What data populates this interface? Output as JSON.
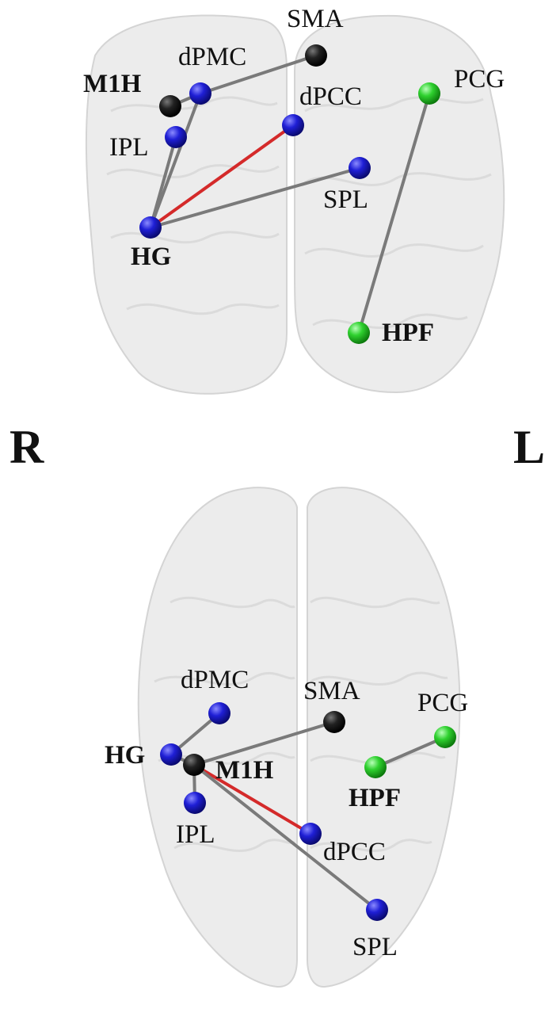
{
  "side_labels": {
    "right": "R",
    "left": "L"
  },
  "colors": {
    "blue_node": "#1f1fd6",
    "black_node": "#222222",
    "green_node": "#2fd12f",
    "edge_gray": "#7a7a7a",
    "edge_red": "#d42a2a"
  },
  "views": [
    {
      "name": "coronal-view",
      "nodes": [
        {
          "id": "SMA",
          "label": "SMA",
          "color": "black",
          "bold": false
        },
        {
          "id": "dPMC",
          "label": "dPMC",
          "color": "blue",
          "bold": false
        },
        {
          "id": "M1H",
          "label": "M1H",
          "color": "black",
          "bold": true
        },
        {
          "id": "IPL",
          "label": "IPL",
          "color": "blue",
          "bold": false
        },
        {
          "id": "dPCC",
          "label": "dPCC",
          "color": "blue",
          "bold": false
        },
        {
          "id": "PCG",
          "label": "PCG",
          "color": "green",
          "bold": false
        },
        {
          "id": "SPL",
          "label": "SPL",
          "color": "blue",
          "bold": false
        },
        {
          "id": "HG",
          "label": "HG",
          "color": "blue",
          "bold": true
        },
        {
          "id": "HPF",
          "label": "HPF",
          "color": "green",
          "bold": true
        }
      ],
      "edges": [
        {
          "from": "dPMC",
          "to": "SMA",
          "color": "gray"
        },
        {
          "from": "M1H",
          "to": "dPMC",
          "color": "gray"
        },
        {
          "from": "HG",
          "to": "IPL",
          "color": "gray"
        },
        {
          "from": "HG",
          "to": "dPMC",
          "color": "gray"
        },
        {
          "from": "HG",
          "to": "dPCC",
          "color": "red"
        },
        {
          "from": "HG",
          "to": "SPL",
          "color": "gray"
        },
        {
          "from": "PCG",
          "to": "HPF",
          "color": "gray"
        }
      ]
    },
    {
      "name": "axial-view",
      "nodes": [
        {
          "id": "dPMC",
          "label": "dPMC",
          "color": "blue",
          "bold": false
        },
        {
          "id": "SMA",
          "label": "SMA",
          "color": "black",
          "bold": false
        },
        {
          "id": "PCG",
          "label": "PCG",
          "color": "green",
          "bold": false
        },
        {
          "id": "HG",
          "label": "HG",
          "color": "blue",
          "bold": true
        },
        {
          "id": "M1H",
          "label": "M1H",
          "color": "black",
          "bold": true
        },
        {
          "id": "HPF",
          "label": "HPF",
          "color": "green",
          "bold": true
        },
        {
          "id": "IPL",
          "label": "IPL",
          "color": "blue",
          "bold": false
        },
        {
          "id": "dPCC",
          "label": "dPCC",
          "color": "blue",
          "bold": false
        },
        {
          "id": "SPL",
          "label": "SPL",
          "color": "blue",
          "bold": false
        }
      ],
      "edges": [
        {
          "from": "HG",
          "to": "dPMC",
          "color": "gray"
        },
        {
          "from": "HG",
          "to": "M1H",
          "color": "gray"
        },
        {
          "from": "M1H",
          "to": "SMA",
          "color": "gray"
        },
        {
          "from": "M1H",
          "to": "IPL",
          "color": "gray"
        },
        {
          "from": "M1H",
          "to": "dPCC",
          "color": "red"
        },
        {
          "from": "M1H",
          "to": "SPL",
          "color": "gray"
        },
        {
          "from": "HPF",
          "to": "PCG",
          "color": "gray"
        }
      ]
    }
  ]
}
